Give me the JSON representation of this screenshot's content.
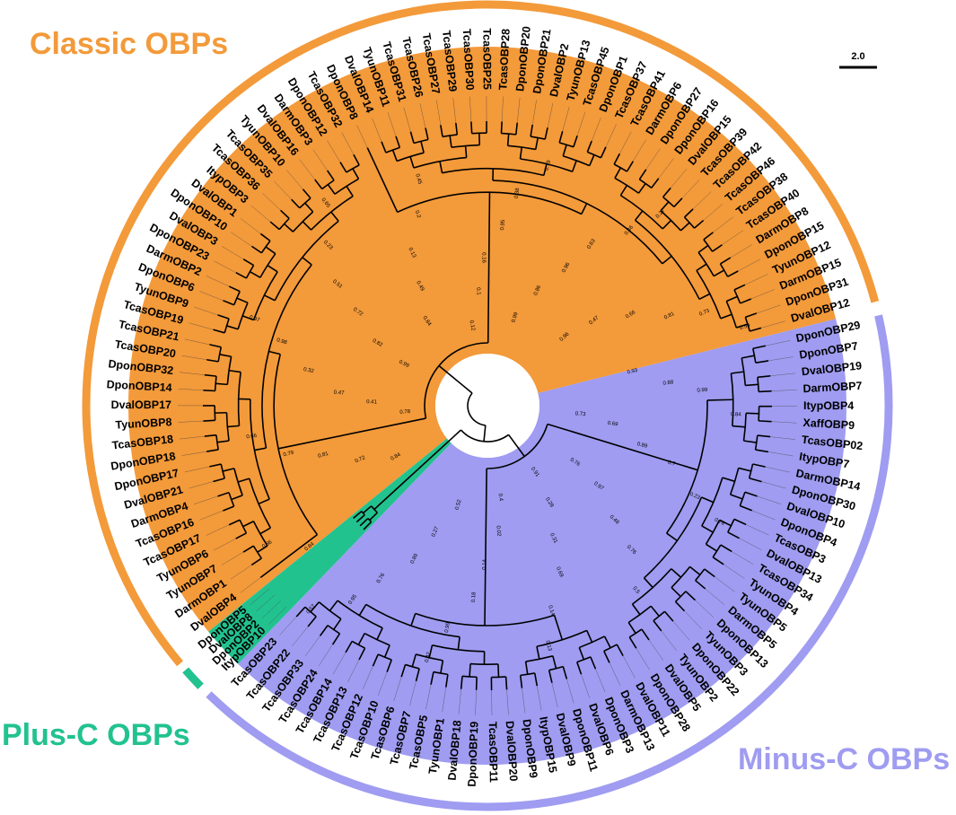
{
  "figure": {
    "scale_bar_label": "2.0",
    "colors": {
      "classic": "#f39a3a",
      "plus_c": "#22c28f",
      "minus_c": "#9f9cf1",
      "highlight_label": "#d6261f",
      "branch": "#000000"
    }
  },
  "groups": [
    {
      "key": "classic",
      "title": "Classic OBPs",
      "color": "#f39a3a"
    },
    {
      "key": "plus_c",
      "title": "Plus-C OBPs",
      "color": "#22c28f"
    },
    {
      "key": "minus_c",
      "title": "Minus-C OBPs",
      "color": "#9f9cf1"
    }
  ],
  "leaves": {
    "classic": [
      "DvalOBP12",
      "DponOBP31",
      "DarmOBP15",
      "TyunOBP12",
      "DponOBP15",
      "DarmOBP8",
      "TcasOBP40",
      "TcasOBP38",
      "TcasOBP46",
      "TcasOBP42",
      "TcasOBP39",
      "DvalOBP15",
      "DponOBP16",
      "DponOBP27",
      "DarmOBP6",
      "TcasOBP41",
      "TcasOBP37",
      "DponOBP1",
      "TcasOBP45",
      "TyunOBP13",
      "DvalOBP2",
      "DponOBP21",
      "DponOBP20",
      "TcasOBP28",
      "TcasOBP25",
      "TcasOBP30",
      "TcasOBP29",
      "TcasOBP27",
      "TcasOBP26",
      "TcasOBP31",
      "TyunOBP11",
      "DvalOBP14",
      "DponOBP8",
      "TcasOBP32",
      "DponOBP12",
      "DarmOBP3",
      "DvalOBP16",
      "TyunOBP10",
      "TcasOBP35",
      "TcasOBP36",
      "ItypOBP3",
      "DvalOBP1",
      "DponOBP10",
      "DvalOBP3",
      "DponOBP23",
      "DarmOBP2",
      "DponOBP6",
      "TyunOBP9",
      "TcasOBP19",
      "TcasOBP21",
      "TcasOBP20",
      "DponOBP32",
      "DponOBP14",
      "DvalOBP17",
      "TyunOBP8",
      "TcasOBP18",
      "DponOBP18",
      "DponOBP17",
      "DvalOBP21",
      "DarmOBP4",
      "TcasOBP16",
      "TcasOBP17",
      "TyunOBP6",
      "TyunOBP7",
      "DarmOBP1",
      "DvalOBP4"
    ],
    "plus_c": [
      "DponOBP5",
      "DvalOBP8",
      "DponOBP2",
      "ItypOBP10"
    ],
    "minus_c": [
      "TcasOBP23",
      "TcasOBP22",
      "TcasOBP33",
      "TcasOBP24",
      "TcasOBP14",
      "TcasOBP13",
      "TcasOBP12",
      "TcasOBP10",
      "TcasOBP6",
      "TcasOBP7",
      "TcasOBP5",
      "TyunOBP1",
      "DvalOBP18",
      "DponOBP19",
      "TcasOBP11",
      "DvalOBP20",
      "DponOBP9",
      "ItypOBP15",
      "DvalOBP9",
      "DponOBP11",
      "DvalOBP6",
      "DponOBP3",
      "DarmOBP13",
      "DvalOBP11",
      "DponOBP28",
      "DvalOBP5",
      "TyunOBP2",
      "DponOBP22",
      "TyunOBP3",
      "DponOBP13",
      "DarmOBP5",
      "TyunOBP5",
      "TyunOBP4",
      "TcasOBP34",
      "DvalOBP13",
      "TcasOBP3",
      "DponOBP4",
      "DvalOBP10",
      "DponOBP30",
      "DarmOBP14",
      "ItypOBP7",
      "TcasOBP02",
      "XaffOBP9",
      "ItypOBP4",
      "DarmOBP7",
      "DvalOBP19",
      "DponOBP7",
      "DponOBP29"
    ]
  },
  "highlight_leaf": "XaffOBP9",
  "bootstrap_labels": {
    "classic": [
      "0.59",
      "0.73",
      "0.81",
      "0.66",
      "0.47",
      "0.96",
      "0.27",
      "0.46",
      "0.63",
      "0.96",
      "0.86",
      "0.99",
      "0.79",
      "0.38",
      "0.95",
      "0.16",
      "0.1",
      "0.12",
      "0.45",
      "0.2",
      "0.13",
      "0.49",
      "0.84",
      "0.65",
      "0.23",
      "0.51",
      "0.72",
      "0.82",
      "0.99",
      "0.97",
      "0.98",
      "0.32",
      "0.47",
      "0.41",
      "0.78",
      "0.66",
      "0.79",
      "0.81",
      "0.72",
      "0.84",
      "0.86",
      "0.84"
    ],
    "minus_c": [
      "0.57",
      "0.95",
      "0.76",
      "0.89",
      "0.27",
      "0.52",
      "0.42",
      "0.99",
      "0.18",
      "0.14",
      "0.02",
      "0.4",
      "0.13",
      "0.14",
      "0.69",
      "0.31",
      "0.28",
      "0.91",
      "0.5",
      "0.76",
      "0.48",
      "0.97",
      "0.76",
      "0.78",
      "0.23",
      "0.7",
      "0.89",
      "0.69",
      "0.73",
      "0.84",
      "0.99",
      "0.88",
      "0.93"
    ]
  }
}
